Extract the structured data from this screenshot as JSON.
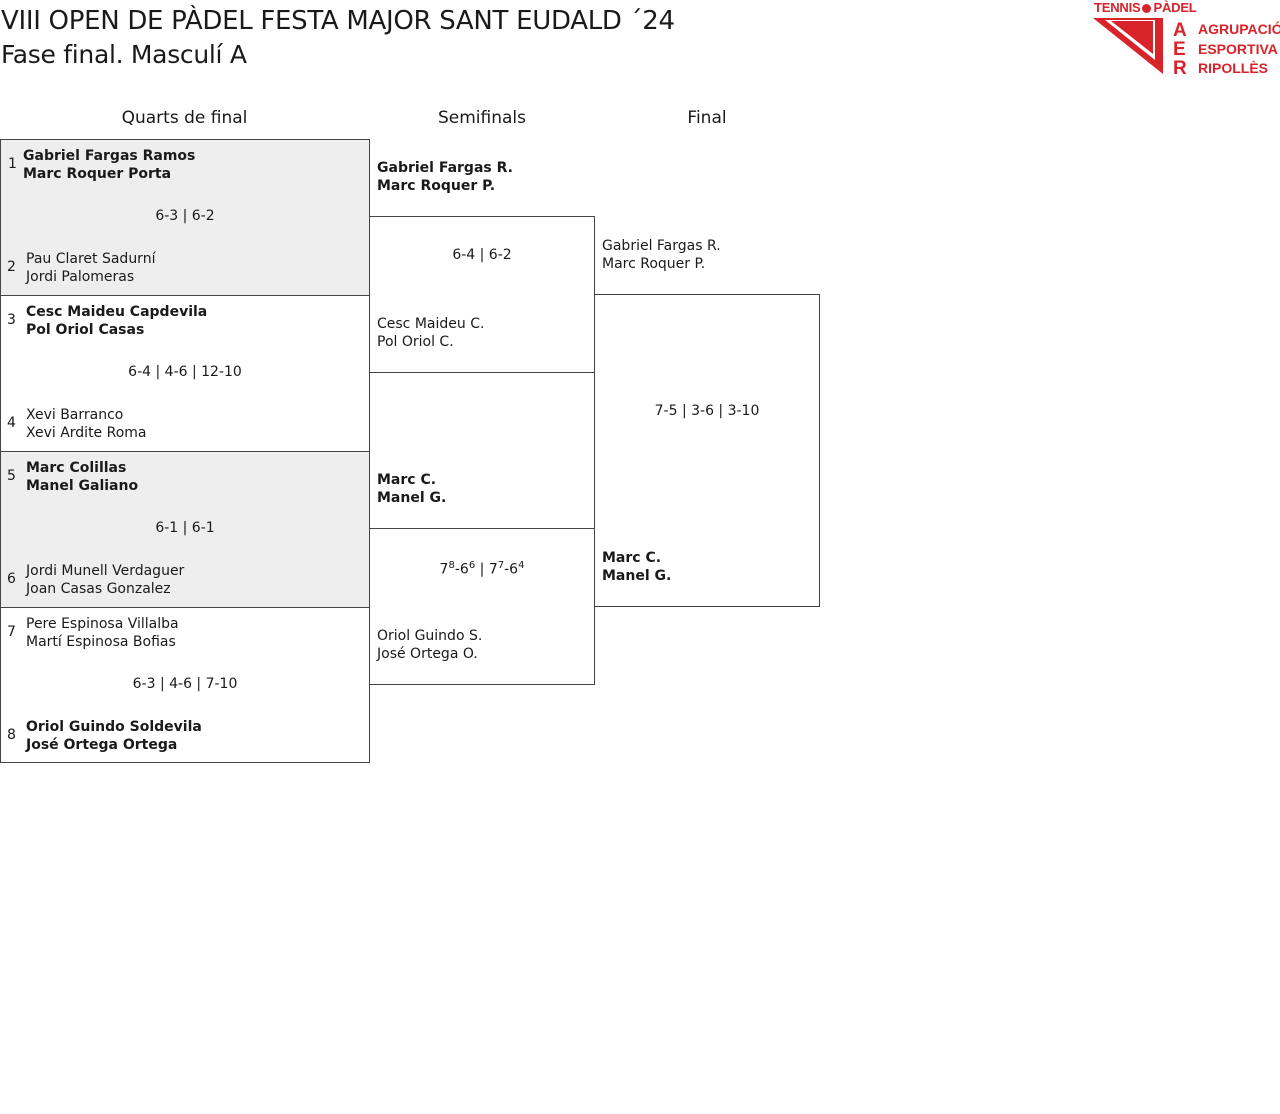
{
  "header": {
    "title": "VIII OPEN DE PÀDEL FESTA MAJOR SANT EUDALD ´24",
    "subtitle": "Fase final. Masculí A"
  },
  "logo": {
    "top_text_left": "TENNIS",
    "top_text_right": "PÀDEL",
    "letters": [
      "A",
      "E",
      "R"
    ],
    "org_lines": [
      "AGRUPACIÓ",
      "ESPORTIVA",
      "RIPOLLÈS"
    ],
    "brand_color": "#d9232a"
  },
  "rounds": {
    "quarters": "Quarts de final",
    "semis": "Semifinals",
    "final": "Final"
  },
  "quarters": [
    {
      "score": "6-3 | 6-2",
      "top": {
        "seed": "1",
        "p1": "Gabriel Fargas Ramos",
        "p2": "Marc Roquer Porta"
      },
      "bottom": {
        "seed": "2",
        "p1": "Pau Claret Sadurní",
        "p2": "Jordi Palomeras"
      }
    },
    {
      "score": "6-4 | 4-6 | 12-10",
      "top": {
        "seed": "3",
        "p1": "Cesc Maideu Capdevila",
        "p2": "Pol Oriol Casas"
      },
      "bottom": {
        "seed": "4",
        "p1": "Xevi Barranco",
        "p2": "Xevi Ardite Roma"
      }
    },
    {
      "score": "6-1 | 6-1",
      "top": {
        "seed": "5",
        "p1": "Marc Colillas",
        "p2": "Manel Galiano"
      },
      "bottom": {
        "seed": "6",
        "p1": "Jordi Munell Verdaguer",
        "p2": "Joan Casas Gonzalez"
      }
    },
    {
      "score": "6-3 | 4-6 | 7-10",
      "top": {
        "seed": "7",
        "p1": "Pere Espinosa Villalba",
        "p2": "Martí Espinosa Bofias"
      },
      "bottom": {
        "seed": "8",
        "p1": "Oriol Guindo Soldevila",
        "p2": "José Ortega Ortega"
      }
    }
  ],
  "semis": [
    {
      "score": "6-4 | 6-2",
      "top": {
        "p1": "Gabriel Fargas R.",
        "p2": "Marc Roquer P."
      },
      "bottom": {
        "p1": "Cesc Maideu C.",
        "p2": "Pol Oriol C."
      }
    },
    {
      "score_parts": {
        "s1a": "7",
        "s1a_tb": "8",
        "s1b": "6",
        "s1b_tb": "6",
        "sep": " | ",
        "s2a": "7",
        "s2a_tb": "7",
        "s2b": "6",
        "s2b_tb": "4"
      },
      "top": {
        "p1": "Marc C.",
        "p2": "Manel G."
      },
      "bottom": {
        "p1": "Oriol Guindo S.",
        "p2": "José Ortega O."
      }
    }
  ],
  "final": {
    "score": "7-5 | 3-6 | 3-10",
    "top": {
      "p1": "Gabriel Fargas R.",
      "p2": "Marc Roquer P."
    },
    "bottom": {
      "p1": "Marc C.",
      "p2": "Manel G."
    }
  }
}
